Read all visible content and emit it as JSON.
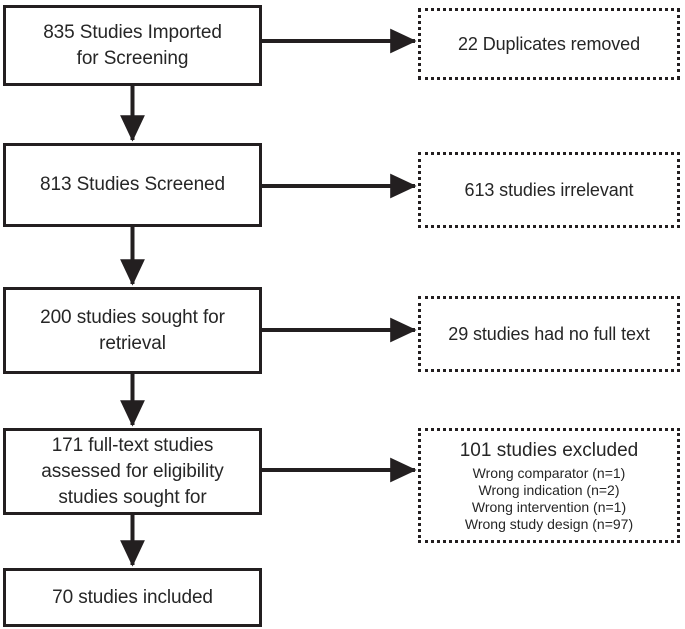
{
  "diagram": {
    "type": "prisma-flow-diagram",
    "title": "PRISMA study selection flow diagram",
    "stroke_color": "#231f20",
    "text_color": "#262626",
    "background_color": "#ffffff"
  },
  "flow": {
    "stages": [
      {
        "id": "imported",
        "border": "solid",
        "count": 835,
        "lines": [
          "835 Studies Imported",
          "for Screening"
        ]
      },
      {
        "id": "screened",
        "border": "solid",
        "count": 813,
        "lines": [
          "813 Studies Screened"
        ]
      },
      {
        "id": "sought",
        "border": "solid",
        "count": 200,
        "lines": [
          "200 studies sought for",
          "retrieval"
        ]
      },
      {
        "id": "fulltext",
        "border": "solid",
        "count": 171,
        "lines": [
          "171 full-text studies",
          "assessed for eligibility",
          "studies sought for"
        ]
      },
      {
        "id": "included",
        "border": "solid",
        "count": 70,
        "lines": [
          "70 studies included"
        ]
      }
    ],
    "exclusions": [
      {
        "id": "duplicates",
        "border": "dotted",
        "count": 22,
        "lines": [
          "22 Duplicates removed"
        ]
      },
      {
        "id": "irrelevant",
        "border": "dotted",
        "count": 613,
        "lines": [
          "613 studies irrelevant"
        ]
      },
      {
        "id": "nofulltext",
        "border": "dotted",
        "count": 29,
        "lines": [
          "29 studies had no full text"
        ]
      },
      {
        "id": "excluded",
        "border": "dotted",
        "count": 101,
        "title": "101 studies excluded",
        "reasons": [
          "Wrong comparator (n=1)",
          "Wrong indication (n=2)",
          "Wrong intervention (n=1)",
          "Wrong study design (n=97)"
        ]
      }
    ]
  }
}
